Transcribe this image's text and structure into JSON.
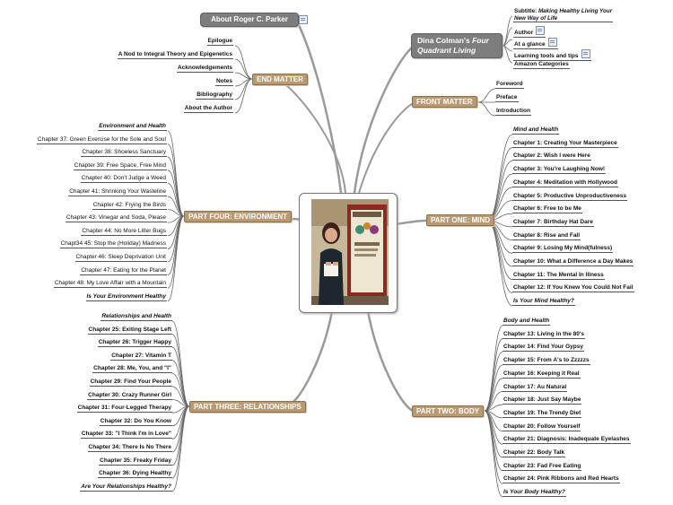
{
  "center": {
    "photo_label": ""
  },
  "about": {
    "label": "About Roger C. Parker"
  },
  "book_title": {
    "line1": "Dina Colman's ",
    "line1_italic": "Four",
    "line2": "Quadrant Living"
  },
  "book_details": [
    {
      "label": "Subtitle: ",
      "italic": "Making Healthy Living Your",
      "italic2": "New Way of Life"
    },
    {
      "label": "Author",
      "note": true
    },
    {
      "label": "At a glance",
      "note": true
    },
    {
      "label": "Learning tools and tips",
      "note": true
    },
    {
      "label": "Amazon Categories",
      "note": false
    }
  ],
  "front_matter": {
    "label": "FRONT MATTER",
    "items": [
      "Foreword",
      "Preface",
      "Introduction"
    ]
  },
  "end_matter": {
    "label": "END MATTER",
    "items": [
      "Epilogue",
      "A Nod to Integral Theory and Epigenetics",
      "Acknowledgements",
      "Notes",
      "Bibliography",
      "About the Author"
    ]
  },
  "part_one": {
    "label": "PART ONE: MIND",
    "items": [
      "Mind and Health",
      "Chapter 1: Creating Your Masterpiece",
      "Chapter 2: Wish I were Here",
      "Chapter 3: You're Laughing Now!",
      "Chapter 4: Meditation with Hollywood",
      "Chapter 5: Productive Unproductiveness",
      "Chapter 6: Free to be Me",
      "Chapter 7:  Birthday Hat Dare",
      "Chapter 8: Rise and Fall",
      "Chapter 9: Losing My Mind(fulness)",
      "Chapter 10: What a Difference a Day Makes",
      "Chapter 11: The Mental In Illness",
      "Chapter 12: If You Knew You Could Not Fail",
      "Is Your Mind Healthy?"
    ]
  },
  "part_two": {
    "label": "PART TWO: BODY",
    "items": [
      "Body and Health",
      "Chapter 13: Living in the 80's",
      "Chapter 14: Find Your Gypsy",
      "Chapter 15: From A's to Zzzzzs",
      "Chapter 16: Keeping it Real",
      "Chapter 17: Au Natural",
      "Chapter 18: Just Say Maybe",
      "Chapter 19: The Trendy Diet",
      "Chapter 20: Follow Yourself",
      "Chapter 21: Diagnosis: Inadequate Eyelashes",
      "Chapter 22: Body Talk",
      "Chapter 23: Fad Free Eating",
      "Chapter 24: Pink Ribbons and Red Hearts",
      "Is Your Body Healthy?"
    ]
  },
  "part_three": {
    "label": "PART THREE: RELATIONSHIPS",
    "items": [
      "Relationships and Health",
      "Chapter 25: Exiting Stage Left",
      "Chapter 26: Trigger Happy",
      "Chapter 27: Vitamin T",
      "Chapter 28: Me, You, and \"I\"",
      "Chapter 29: Find Your People",
      "Chapter 30: Crazy Runner Girl",
      "Chapter 31: Four-Legged Therapy",
      "Chapter 32: Do You Know",
      "Chapter 33: \"I Think I'm in Love\"",
      "Chapter 34: There Is No There",
      "Chapter 35: Freaky Friday",
      "Chapter 36: Dying Healthy",
      "Are Your Relationships Healthy?"
    ]
  },
  "part_four": {
    "label": "PART FOUR: ENVIRONMENT",
    "items": [
      "Environment and Health",
      "Chapter 37: Green Exercise for the Sole and Soul",
      "Chapter 38: Shoeless Sanctuary",
      "Chapter 39: Free Space, Free Mind",
      "Chapter 40: Don't Judge a Weed",
      "Chapter 41: Shrinking Your Wasteline",
      "Chapter 42: Frying the Birds",
      "Chapter 43: Vinegar and Soda, Please",
      "Chapter 44: No More Litter Bugs",
      "Chapt34 45: Stop the (Holiday) Madness",
      "Chapter 46: Sleep Deprivation Unit",
      "Chapter 47: Eating for the Planet",
      "Chapter 48: My Love Affair with a Mountain",
      "Is Your Environment Healthy"
    ]
  },
  "colors": {
    "branch": "#b99a72",
    "gray_node": "#7d7d7d",
    "trunk": "#9a9a9a"
  }
}
